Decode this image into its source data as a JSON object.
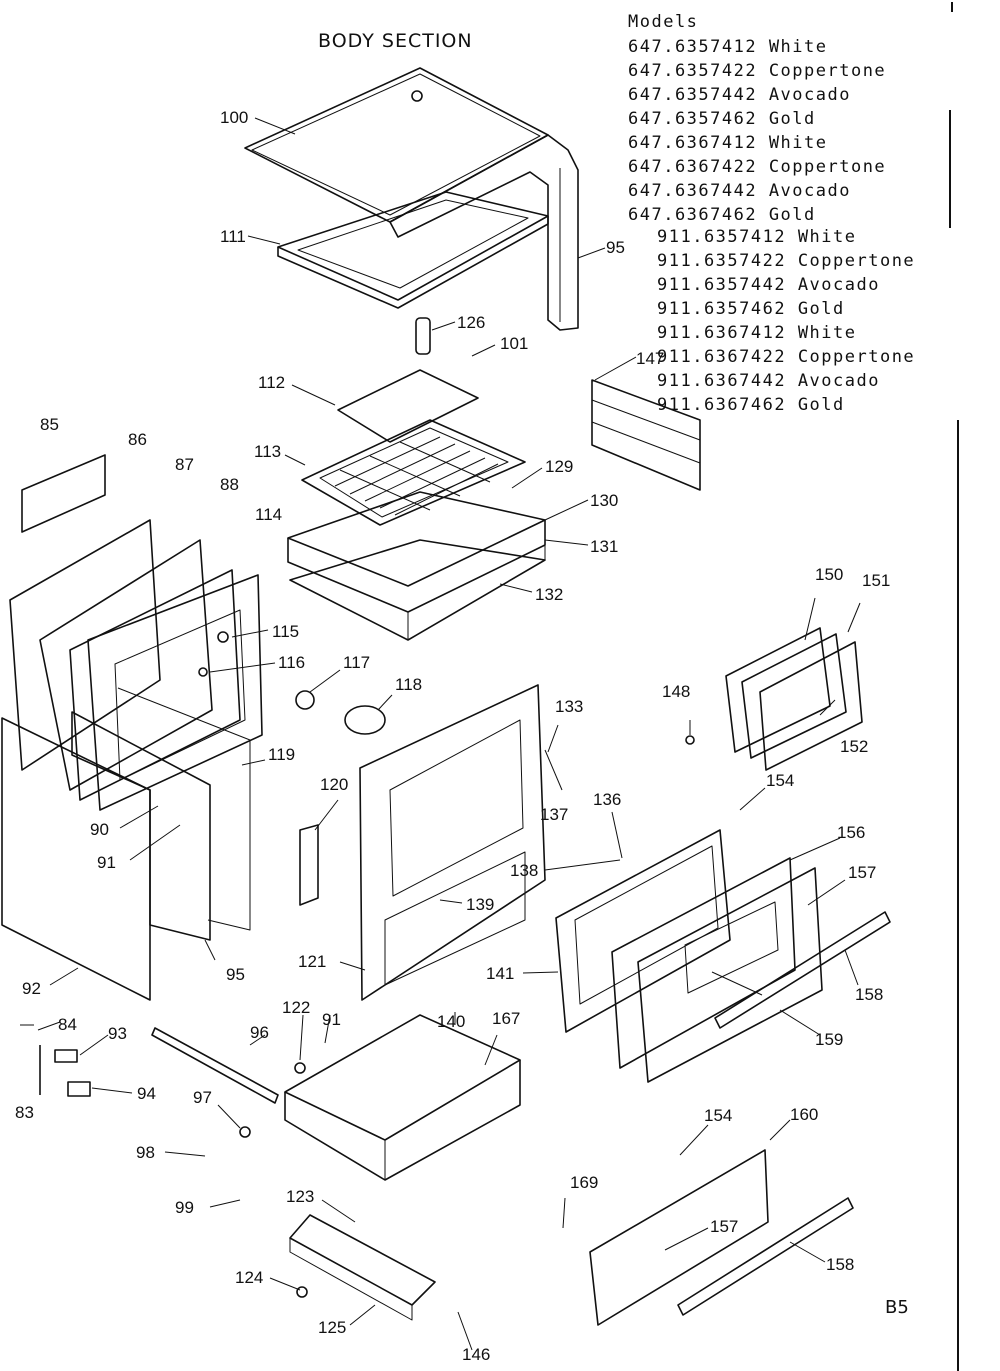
{
  "title": "BODY SECTION",
  "models_heading": "Models",
  "models_647": [
    "647.6357412 White",
    "647.6357422 Coppertone",
    "647.6357442 Avocado",
    "647.6357462 Gold",
    "647.6367412 White",
    "647.6367422 Coppertone",
    "647.6367442 Avocado",
    "647.6367462 Gold"
  ],
  "models_911": [
    "911.6357412 White",
    "911.6357422 Coppertone",
    "911.6357442 Avocado",
    "911.6357462 Gold",
    "911.6367412 White",
    "911.6367422 Coppertone",
    "911.6367442 Avocado",
    "911.6367462 Gold"
  ],
  "part_labels": [
    "100",
    "111",
    "95",
    "126",
    "101",
    "112",
    "113",
    "129",
    "130",
    "131",
    "132",
    "147",
    "85",
    "86",
    "87",
    "88",
    "114",
    "115",
    "116",
    "117",
    "118",
    "150",
    "151",
    "148",
    "152",
    "133",
    "137",
    "136",
    "154",
    "156",
    "157",
    "158",
    "159",
    "90",
    "91",
    "119",
    "120",
    "139",
    "138",
    "141",
    "121",
    "92",
    "95",
    "140",
    "167",
    "91",
    "122",
    "84",
    "93",
    "96",
    "83",
    "94",
    "97",
    "98",
    "99",
    "123",
    "124",
    "125",
    "146",
    "169",
    "154",
    "160",
    "157",
    "158"
  ],
  "footer_code": "B5"
}
